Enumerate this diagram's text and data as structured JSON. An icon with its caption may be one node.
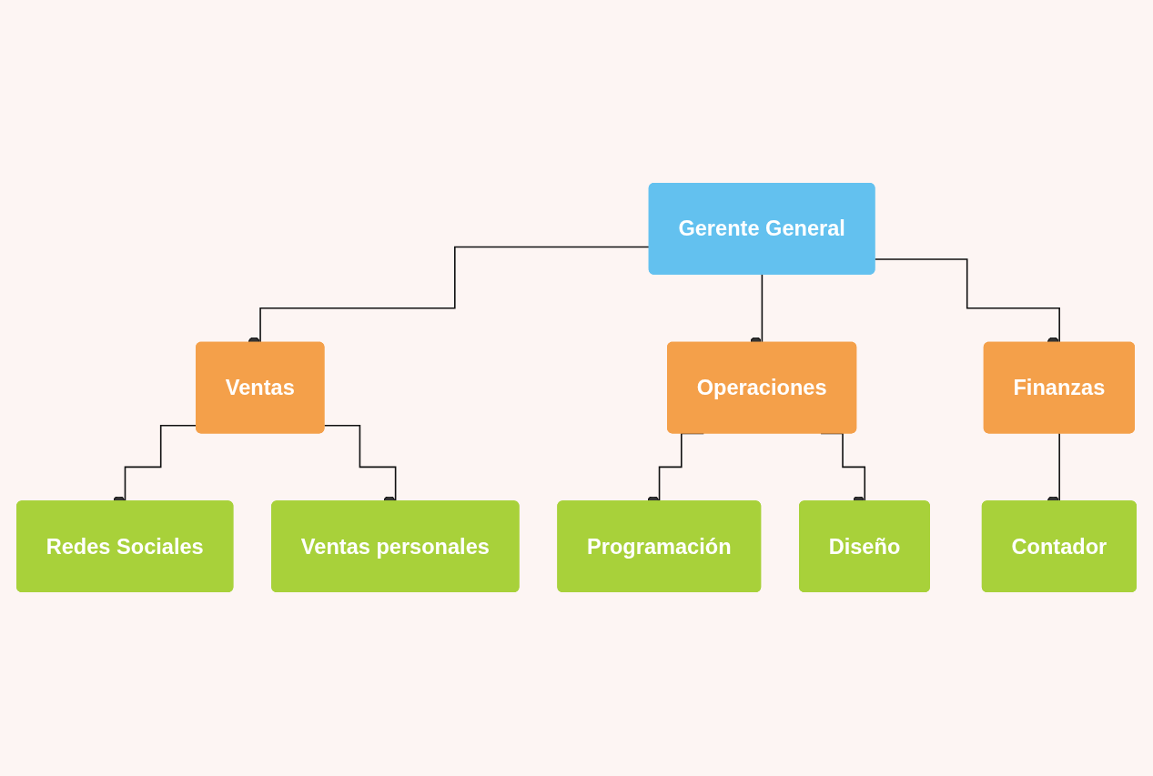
{
  "diagram": {
    "nodes": [
      {
        "text": [
          "Gerente General"
        ]
      },
      {
        "text": [
          "Ventas"
        ]
      },
      {
        "text": [
          "Operaciones"
        ]
      },
      {
        "text": [
          "Finanzas"
        ]
      },
      {
        "text": [
          "Redes Sociales"
        ]
      },
      {
        "text": [
          "Ventas personales"
        ]
      },
      {
        "text": [
          "Contador"
        ]
      },
      {
        "text": [
          "Programación"
        ]
      },
      {
        "text": [
          "Diseño"
        ]
      }
    ],
    "edges": [
      {
        "from": 0,
        "to": 1,
        "arrow": "other"
      },
      {
        "from": 0,
        "to": 2,
        "arrow": "other"
      },
      {
        "from": 0,
        "to": 3,
        "arrow": "other"
      },
      {
        "from": 1,
        "to": 4,
        "arrow": "other"
      },
      {
        "from": 1,
        "to": 5,
        "arrow": "other"
      },
      {
        "from": 2,
        "to": 7,
        "arrow": "other"
      },
      {
        "from": 2,
        "to": 8,
        "arrow": "other"
      },
      {
        "from": 3,
        "to": 6,
        "arrow": "other"
      }
    ]
  }
}
